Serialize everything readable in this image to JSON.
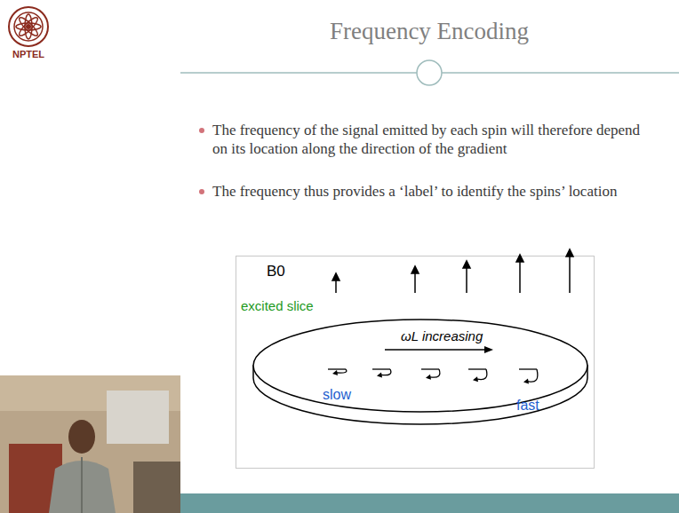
{
  "diagram": {
    "title": "Frequency Encoding",
    "nodes": [
      {
        "text": [
          "excited slice",
          "ωL increasing",
          "slow",
          "fast"
        ]
      }
    ],
    "edges": [],
    "labels": [
      "NPTEL",
      "The frequency of the signal emitted by each spin will therefore depend on its location along the direction of the gradient",
      "The frequency thus provides a ‘label’ to identify the spins’ location",
      "B0"
    ]
  }
}
